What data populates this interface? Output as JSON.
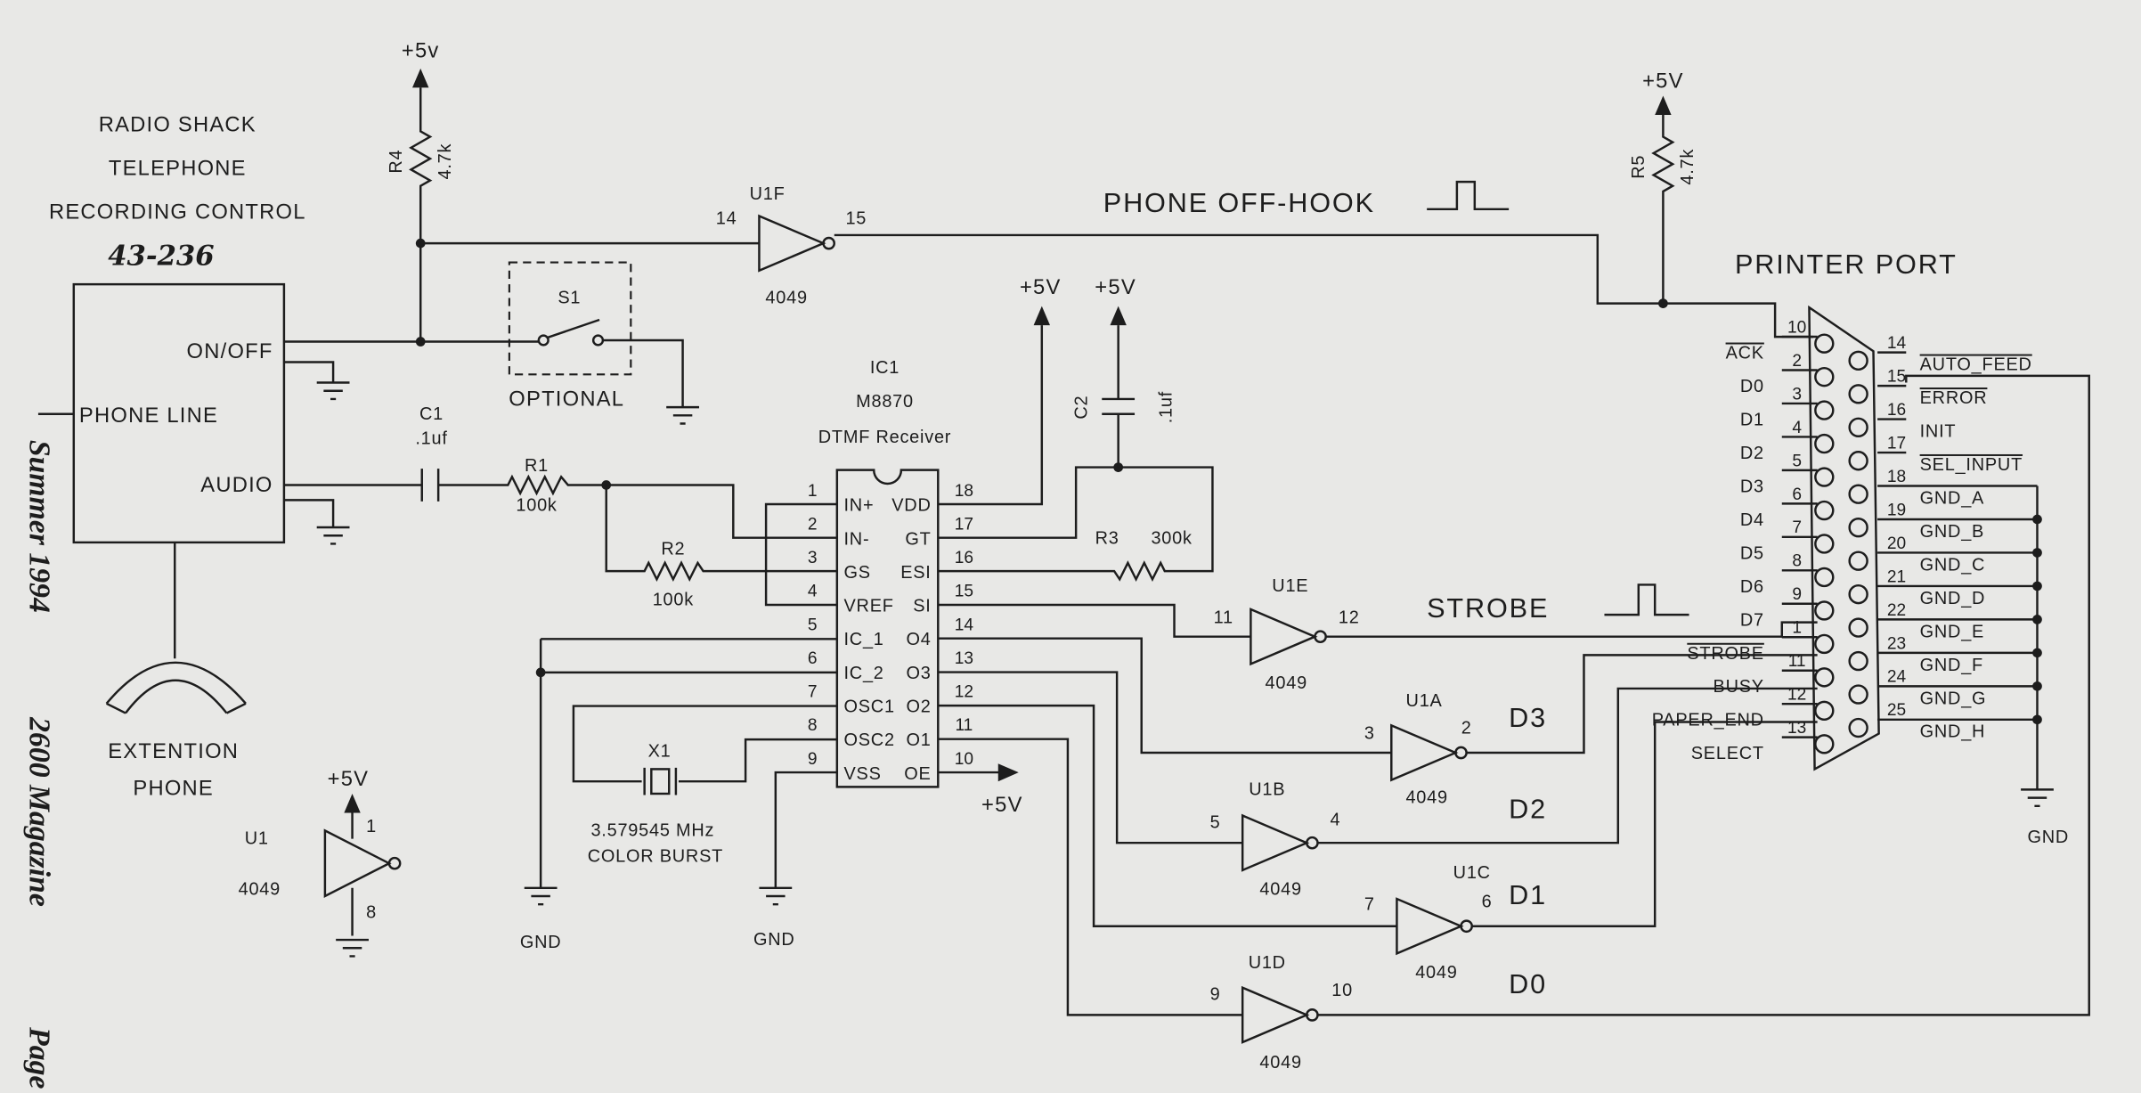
{
  "title_block": {
    "line1": "RADIO SHACK",
    "line2": "TELEPHONE",
    "line3": "RECORDING CONTROL",
    "model": "43-236"
  },
  "recorder": {
    "on_off": "ON/OFF",
    "phone_line": "PHONE LINE",
    "audio": "AUDIO"
  },
  "extension_phone": {
    "line1": "EXTENTION",
    "line2": "PHONE"
  },
  "supply": {
    "r4_top": "+5v",
    "r5_top": "+5V",
    "vdd": "+5V",
    "c2_top": "+5V",
    "oe": "+5V",
    "u1": "+5V"
  },
  "gnd": "GND",
  "components": {
    "r4": {
      "ref": "R4",
      "value": "4.7k"
    },
    "r5": {
      "ref": "R5",
      "value": "4.7k"
    },
    "r1": {
      "ref": "R1",
      "value": "100k"
    },
    "r2": {
      "ref": "R2",
      "value": "100k"
    },
    "r3": {
      "ref": "R3",
      "value": "300k"
    },
    "c1": {
      "ref": "C1",
      "value": ".1uf"
    },
    "c2": {
      "ref": "C2",
      "value": ".1uf"
    },
    "s1": {
      "ref": "S1",
      "note": "OPTIONAL"
    },
    "x1": {
      "ref": "X1",
      "freq": "3.579545 MHz",
      "note": "COLOR BURST"
    }
  },
  "ic1": {
    "ref": "IC1",
    "part": "M8870",
    "desc": "DTMF Receiver",
    "left_pins": [
      {
        "num": "1",
        "name": "IN+"
      },
      {
        "num": "2",
        "name": "IN-"
      },
      {
        "num": "3",
        "name": "GS"
      },
      {
        "num": "4",
        "name": "VREF"
      },
      {
        "num": "5",
        "name": "IC_1"
      },
      {
        "num": "6",
        "name": "IC_2"
      },
      {
        "num": "7",
        "name": "OSC1"
      },
      {
        "num": "8",
        "name": "OSC2"
      },
      {
        "num": "9",
        "name": "VSS"
      }
    ],
    "right_pins": [
      {
        "num": "18",
        "name": "VDD"
      },
      {
        "num": "17",
        "name": "GT"
      },
      {
        "num": "16",
        "name": "ESI"
      },
      {
        "num": "15",
        "name": "SI"
      },
      {
        "num": "14",
        "name": "O4"
      },
      {
        "num": "13",
        "name": "O3"
      },
      {
        "num": "12",
        "name": "O2"
      },
      {
        "num": "11",
        "name": "O1"
      },
      {
        "num": "10",
        "name": "OE"
      }
    ]
  },
  "inverters": {
    "u1f": {
      "ref": "U1F",
      "part": "4049",
      "in": "14",
      "out": "15"
    },
    "u1e": {
      "ref": "U1E",
      "part": "4049",
      "in": "11",
      "out": "12"
    },
    "u1a": {
      "ref": "U1A",
      "part": "4049",
      "in": "3",
      "out": "2"
    },
    "u1b": {
      "ref": "U1B",
      "part": "4049",
      "in": "5",
      "out": "4"
    },
    "u1c": {
      "ref": "U1C",
      "part": "4049",
      "in": "7",
      "out": "6"
    },
    "u1d": {
      "ref": "U1D",
      "part": "4049",
      "in": "9",
      "out": "10"
    },
    "u1": {
      "ref": "U1",
      "part": "4049",
      "vdd_pin": "1",
      "vss_pin": "8"
    }
  },
  "signals": {
    "phone_off_hook": "PHONE OFF-HOOK",
    "strobe": "STROBE",
    "d3": "D3",
    "d2": "D2",
    "d1": "D1",
    "d0": "D0"
  },
  "printer_port": {
    "title": "PRINTER PORT",
    "left_pins": [
      {
        "num": "10",
        "name": "ACK",
        "overbar": true
      },
      {
        "num": "2",
        "name": "D0"
      },
      {
        "num": "3",
        "name": "D1"
      },
      {
        "num": "4",
        "name": "D2"
      },
      {
        "num": "5",
        "name": "D3"
      },
      {
        "num": "6",
        "name": "D4"
      },
      {
        "num": "7",
        "name": "D5"
      },
      {
        "num": "8",
        "name": "D6"
      },
      {
        "num": "9",
        "name": "D7"
      },
      {
        "num": "1",
        "name": "STROBE",
        "overbar": true
      },
      {
        "num": "11",
        "name": "BUSY"
      },
      {
        "num": "12",
        "name": "PAPER_END"
      },
      {
        "num": "13",
        "name": "SELECT"
      }
    ],
    "right_pins": [
      {
        "num": "14",
        "name": "AUTO_FEED",
        "overbar": true
      },
      {
        "num": "15",
        "name": "ERROR",
        "overbar": true
      },
      {
        "num": "16",
        "name": "INIT"
      },
      {
        "num": "17",
        "name": "SEL_INPUT",
        "overbar": true
      },
      {
        "num": "18",
        "name": "GND_A"
      },
      {
        "num": "19",
        "name": "GND_B"
      },
      {
        "num": "20",
        "name": "GND_C"
      },
      {
        "num": "21",
        "name": "GND_D"
      },
      {
        "num": "22",
        "name": "GND_E"
      },
      {
        "num": "23",
        "name": "GND_F"
      },
      {
        "num": "24",
        "name": "GND_G"
      },
      {
        "num": "25",
        "name": "GND_H"
      }
    ]
  },
  "margin": {
    "season": "Summer 1994",
    "magazine": "2600 Magazine",
    "page": "Page"
  },
  "colors": {
    "ink": "#1d1d1d",
    "paper": "#e8e8e6"
  }
}
